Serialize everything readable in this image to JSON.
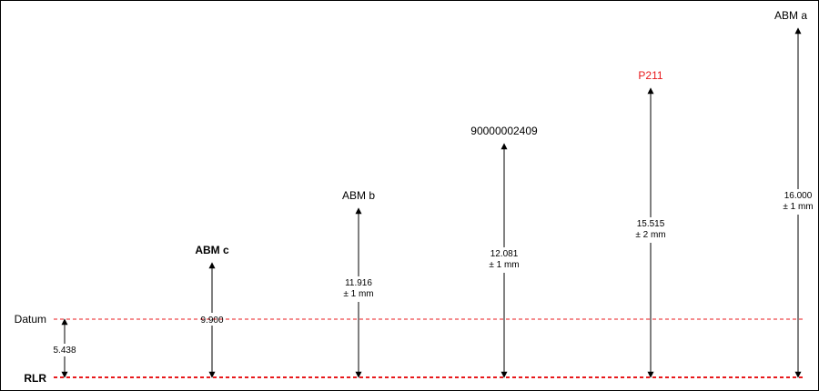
{
  "reference_lines": {
    "datum": {
      "label": "Datum"
    },
    "rlr": {
      "label": "RLR"
    }
  },
  "datum_offset": {
    "value_label": "5.438",
    "value": 5.438
  },
  "markers": [
    {
      "id": "abm-c",
      "name": "ABM c",
      "value": 9.9,
      "value_label": "9.900",
      "tolerance": "",
      "color": "#000000",
      "bold": true
    },
    {
      "id": "abm-b",
      "name": "ABM b",
      "value": 11.916,
      "value_label": "11.916",
      "tolerance": "± 1 mm",
      "color": "#000000",
      "bold": false
    },
    {
      "id": "90000002409",
      "name": "90000002409",
      "value": 12.081,
      "value_label": "12.081",
      "tolerance": "± 1 mm",
      "color": "#000000",
      "bold": false
    },
    {
      "id": "p211",
      "name": "P211",
      "value": 15.515,
      "value_label": "15.515",
      "tolerance": "± 2 mm",
      "color": "#e8191c",
      "bold": false
    },
    {
      "id": "abm-a",
      "name": "ABM a",
      "value": 16.0,
      "value_label": "16.000",
      "tolerance": "± 1 mm",
      "color": "#000000",
      "bold": false
    }
  ],
  "colors": {
    "datum_line": "#e8191c",
    "rlr_line": "#e8191c",
    "arrow": "#000000"
  }
}
